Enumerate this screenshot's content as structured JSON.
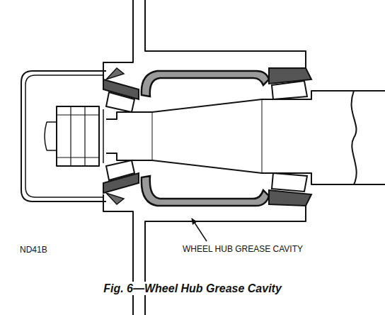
{
  "diagram": {
    "caption": "Fig. 6—Wheel Hub Grease Cavity",
    "labels": [
      "ND41B",
      "WHEEL HUB GREASE CAVITY"
    ]
  }
}
